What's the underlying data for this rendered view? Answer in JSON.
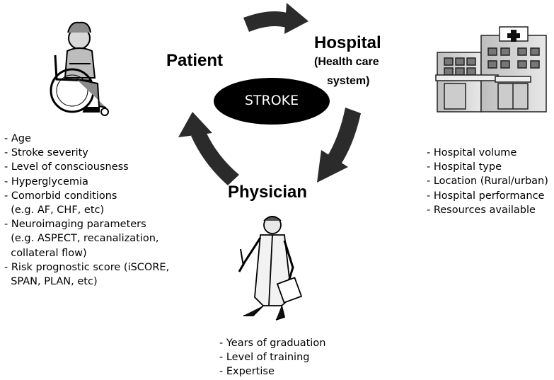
{
  "center": {
    "label": "STROKE"
  },
  "nodes": {
    "patient": {
      "label": "Patient"
    },
    "hospital": {
      "label": "Hospital",
      "sublabel_line1": "(Health care",
      "sublabel_line2": "system)"
    },
    "physician": {
      "label": "Physician"
    }
  },
  "patient_factors": [
    "- Age",
    "- Stroke severity",
    "- Level of consciousness",
    "- Hyperglycemia",
    "- Comorbid conditions",
    "  (e.g. AF, CHF, etc)",
    "- Neuroimaging parameters",
    "  (e.g. ASPECT, recanalization,",
    "  collateral flow)",
    "- Risk prognostic score (iSCORE,",
    "  SPAN, PLAN, etc)"
  ],
  "hospital_factors": [
    "- Hospital volume",
    "- Hospital type",
    "- Location (Rural/urban)",
    "- Hospital performance",
    "- Resources available"
  ],
  "physician_factors": [
    "- Years of graduation",
    "- Level of training",
    "- Expertise"
  ],
  "icons": {
    "patient": "wheelchair-patient-icon",
    "hospital": "hospital-building-icon",
    "physician": "doctor-icon"
  }
}
